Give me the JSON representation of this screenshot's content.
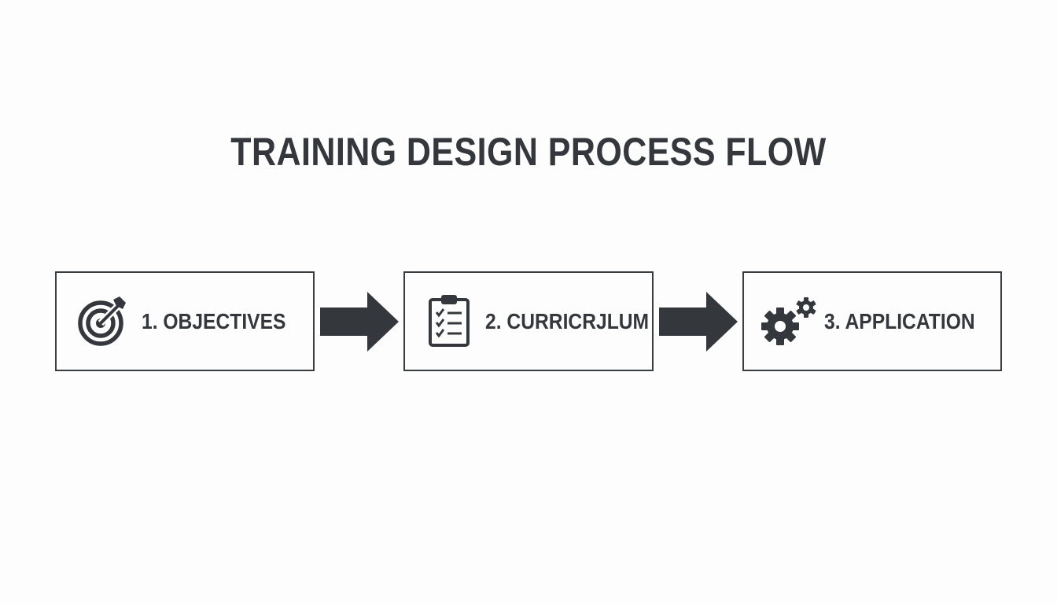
{
  "title": "TRAINING DESIGN PROCESS FLOW",
  "colors": {
    "ink": "#34383c",
    "border": "#3a3d40",
    "background": "#fdfdfd"
  },
  "steps": [
    {
      "label": "1. OBJECTIVES",
      "icon": "target-icon"
    },
    {
      "label": "2. CURRICRJLUM",
      "icon": "clipboard-checklist-icon"
    },
    {
      "label": "3. APPLICATION",
      "icon": "gears-icon"
    }
  ],
  "connectors": [
    {
      "from": "1. OBJECTIVES",
      "to": "2. CURRICRJLUM",
      "icon": "right-arrow-icon"
    },
    {
      "from": "2. CURRICRJLUM",
      "to": "3. APPLICATION",
      "icon": "right-arrow-icon"
    }
  ]
}
